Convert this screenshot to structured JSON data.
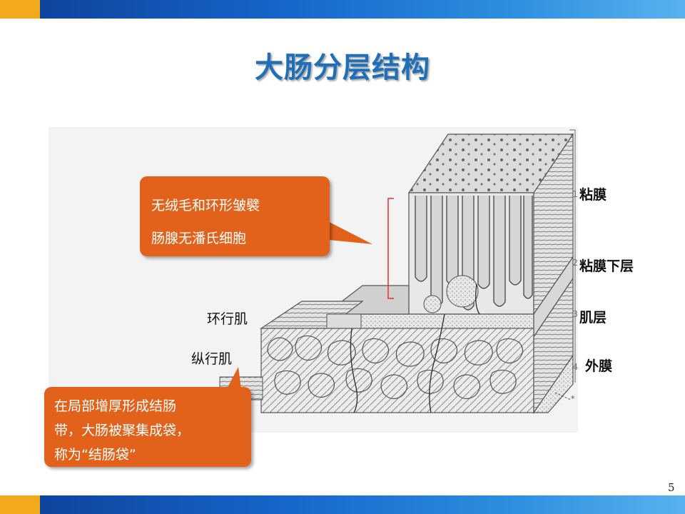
{
  "slide": {
    "title": "大肠分层结构",
    "page_number": "5",
    "colors": {
      "title": "#1f6fb8",
      "callout": "#e2621b",
      "bar_dark": "#0c3f96",
      "bar_light": "#5ab2ee",
      "accent": "#f4a81c"
    }
  },
  "figure": {
    "layer_markers": [
      "1",
      "2",
      "3",
      "4"
    ],
    "layer_labels": [
      "粘膜",
      "粘膜下层",
      "肌层",
      "外膜"
    ],
    "muscle_labels": {
      "circular": "环行肌",
      "longitudinal": "纵行肌"
    },
    "asterisk": "*"
  },
  "callouts": {
    "mucosa": [
      "无绒毛和环形皱襞",
      "肠腺无潘氏细胞"
    ],
    "muscle": [
      "在局部增厚形成结肠",
      "带，大肠被聚集成袋，",
      "称为“结肠袋”"
    ]
  }
}
